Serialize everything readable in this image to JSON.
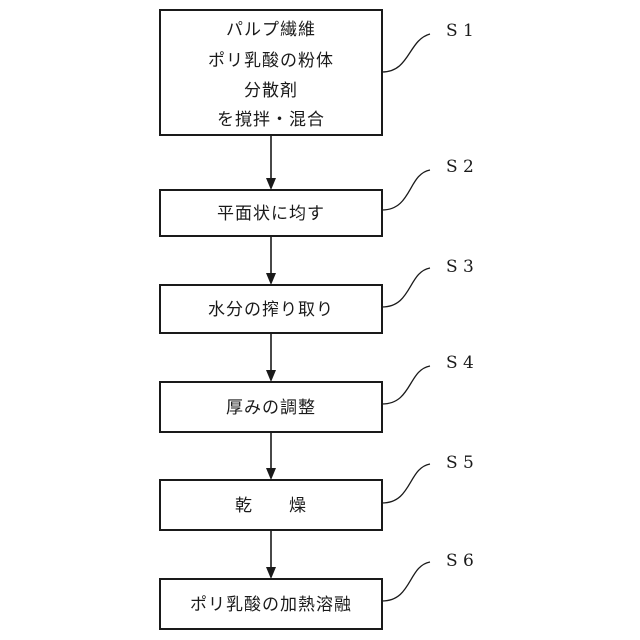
{
  "steps": [
    {
      "label": "S 1",
      "lines": [
        "パルプ繊維",
        "ポリ乳酸の粉体",
        "分散剤",
        "を撹拌・混合"
      ]
    },
    {
      "label": "S 2",
      "lines": [
        "平面状に均す"
      ]
    },
    {
      "label": "S 3",
      "lines": [
        "水分の搾り取り"
      ]
    },
    {
      "label": "S 4",
      "lines": [
        "厚みの調整"
      ]
    },
    {
      "label": "S 5",
      "lines": [
        "乾　　燥"
      ]
    },
    {
      "label": "S 6",
      "lines": [
        "ポリ乳酸の加熱溶融"
      ]
    }
  ]
}
